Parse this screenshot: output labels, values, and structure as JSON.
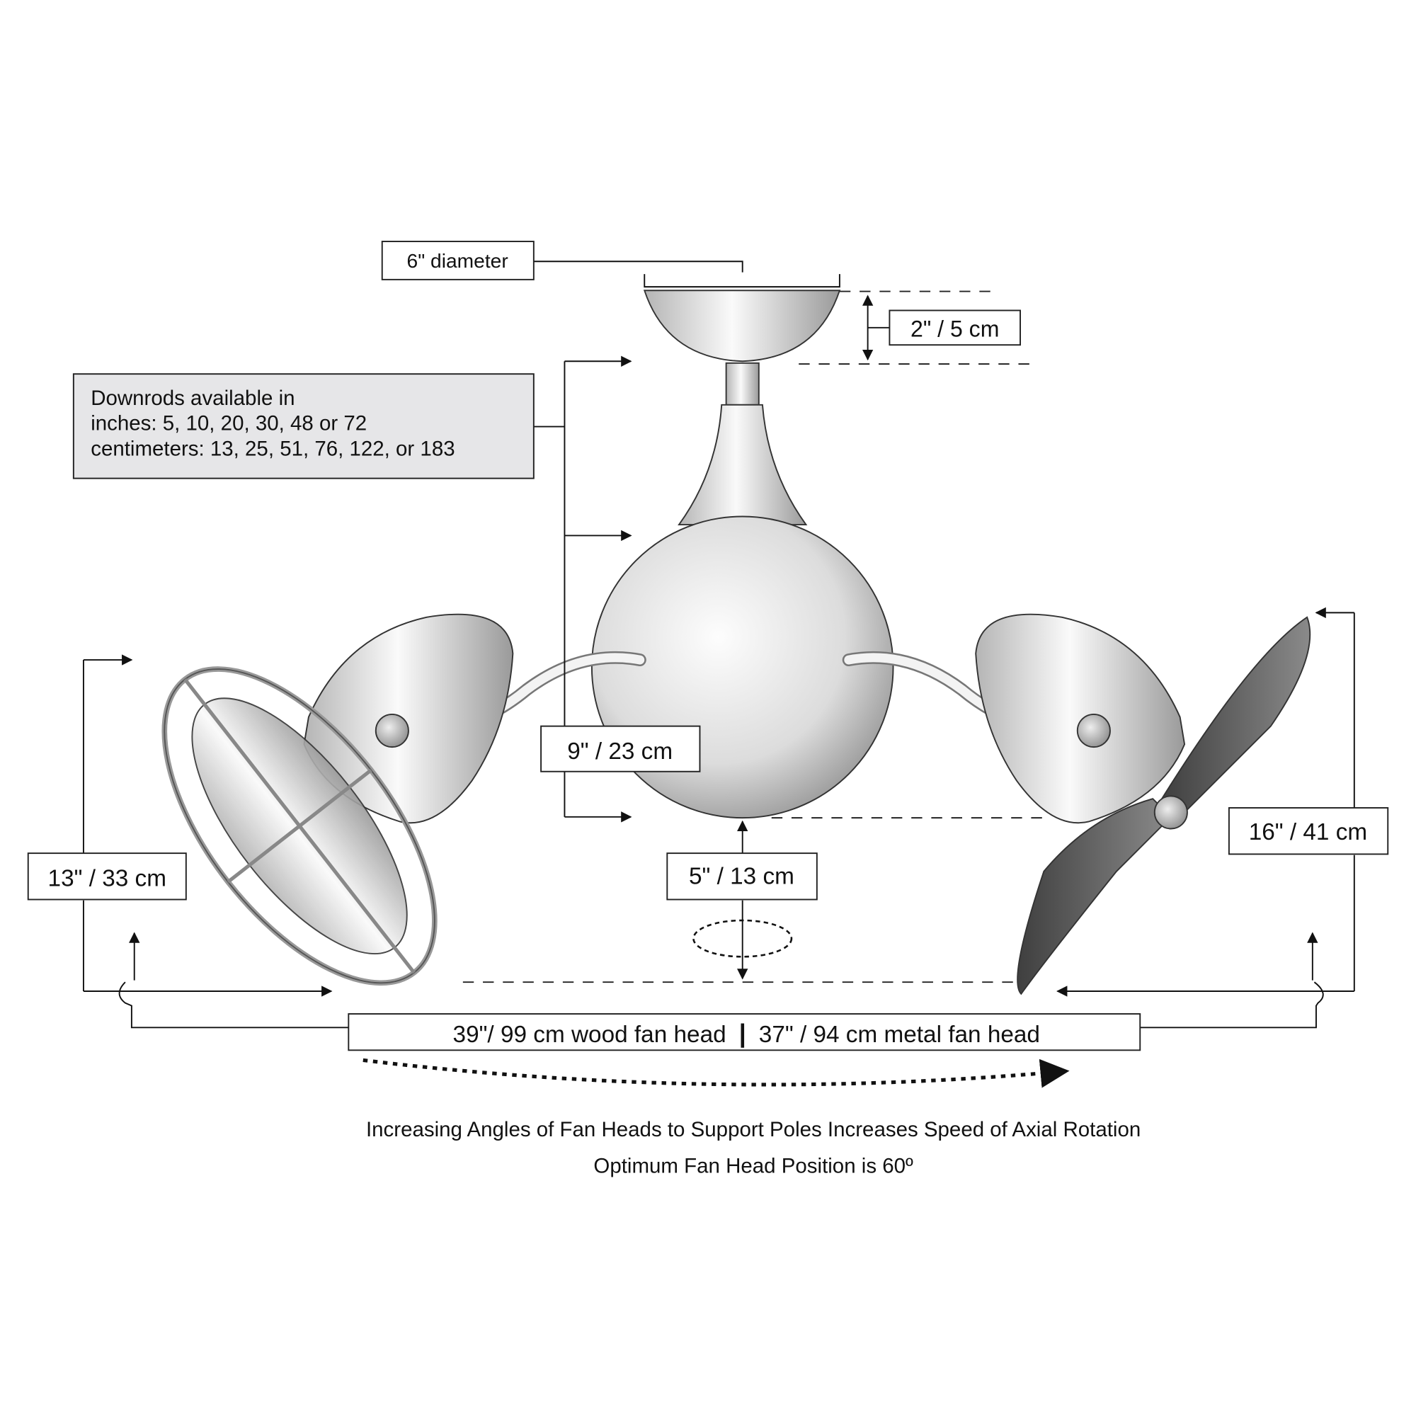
{
  "diagram": {
    "labels": {
      "canopy_diameter": "6\" diameter",
      "canopy_height": "2\" / 5 cm",
      "downrods_line1": "Downrods available in",
      "downrods_line2": "inches: 5, 10, 20, 30, 48 or 72",
      "downrods_line3": "centimeters: 13, 25, 51, 76, 122, or 183",
      "motor_height": "9\" / 23 cm",
      "bottom_clearance": "5\" / 13 cm",
      "left_head_height": "13\" / 33 cm",
      "right_head_height": "16\" / 41 cm",
      "span_wood": "39\"/ 99 cm  wood fan head",
      "span_separator": "|",
      "span_metal": "37\" / 94 cm  metal fan head",
      "rotation_note": "Increasing Angles of Fan Heads to Support Poles Increases Speed of Axial Rotation",
      "optimum_note": "Optimum Fan Head Position is 60º"
    },
    "colors": {
      "box_fill": "#e6e6e8",
      "metal_light": "#f2f2f2",
      "metal_dark": "#9a9a9a",
      "blade": "#6e6e6e"
    }
  }
}
